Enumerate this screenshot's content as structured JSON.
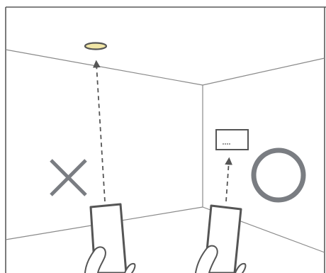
{
  "colors": {
    "frame": "#5a5a5a",
    "wall_line": "#8a8a8a",
    "mark": "#7a7d82",
    "phone_outline": "#555555",
    "hand_outline": "#555555",
    "arrow": "#555555",
    "light_fill": "#f1e6a6",
    "light_outline": "#555555",
    "panel_outline": "#555555",
    "background": "#ffffff"
  },
  "scene": {
    "left_attempt": {
      "target": "ceiling-light",
      "result_mark": "cross-icon",
      "result": "incorrect"
    },
    "right_attempt": {
      "target": "wall-control-panel",
      "result_mark": "circle-icon",
      "result": "correct"
    }
  }
}
